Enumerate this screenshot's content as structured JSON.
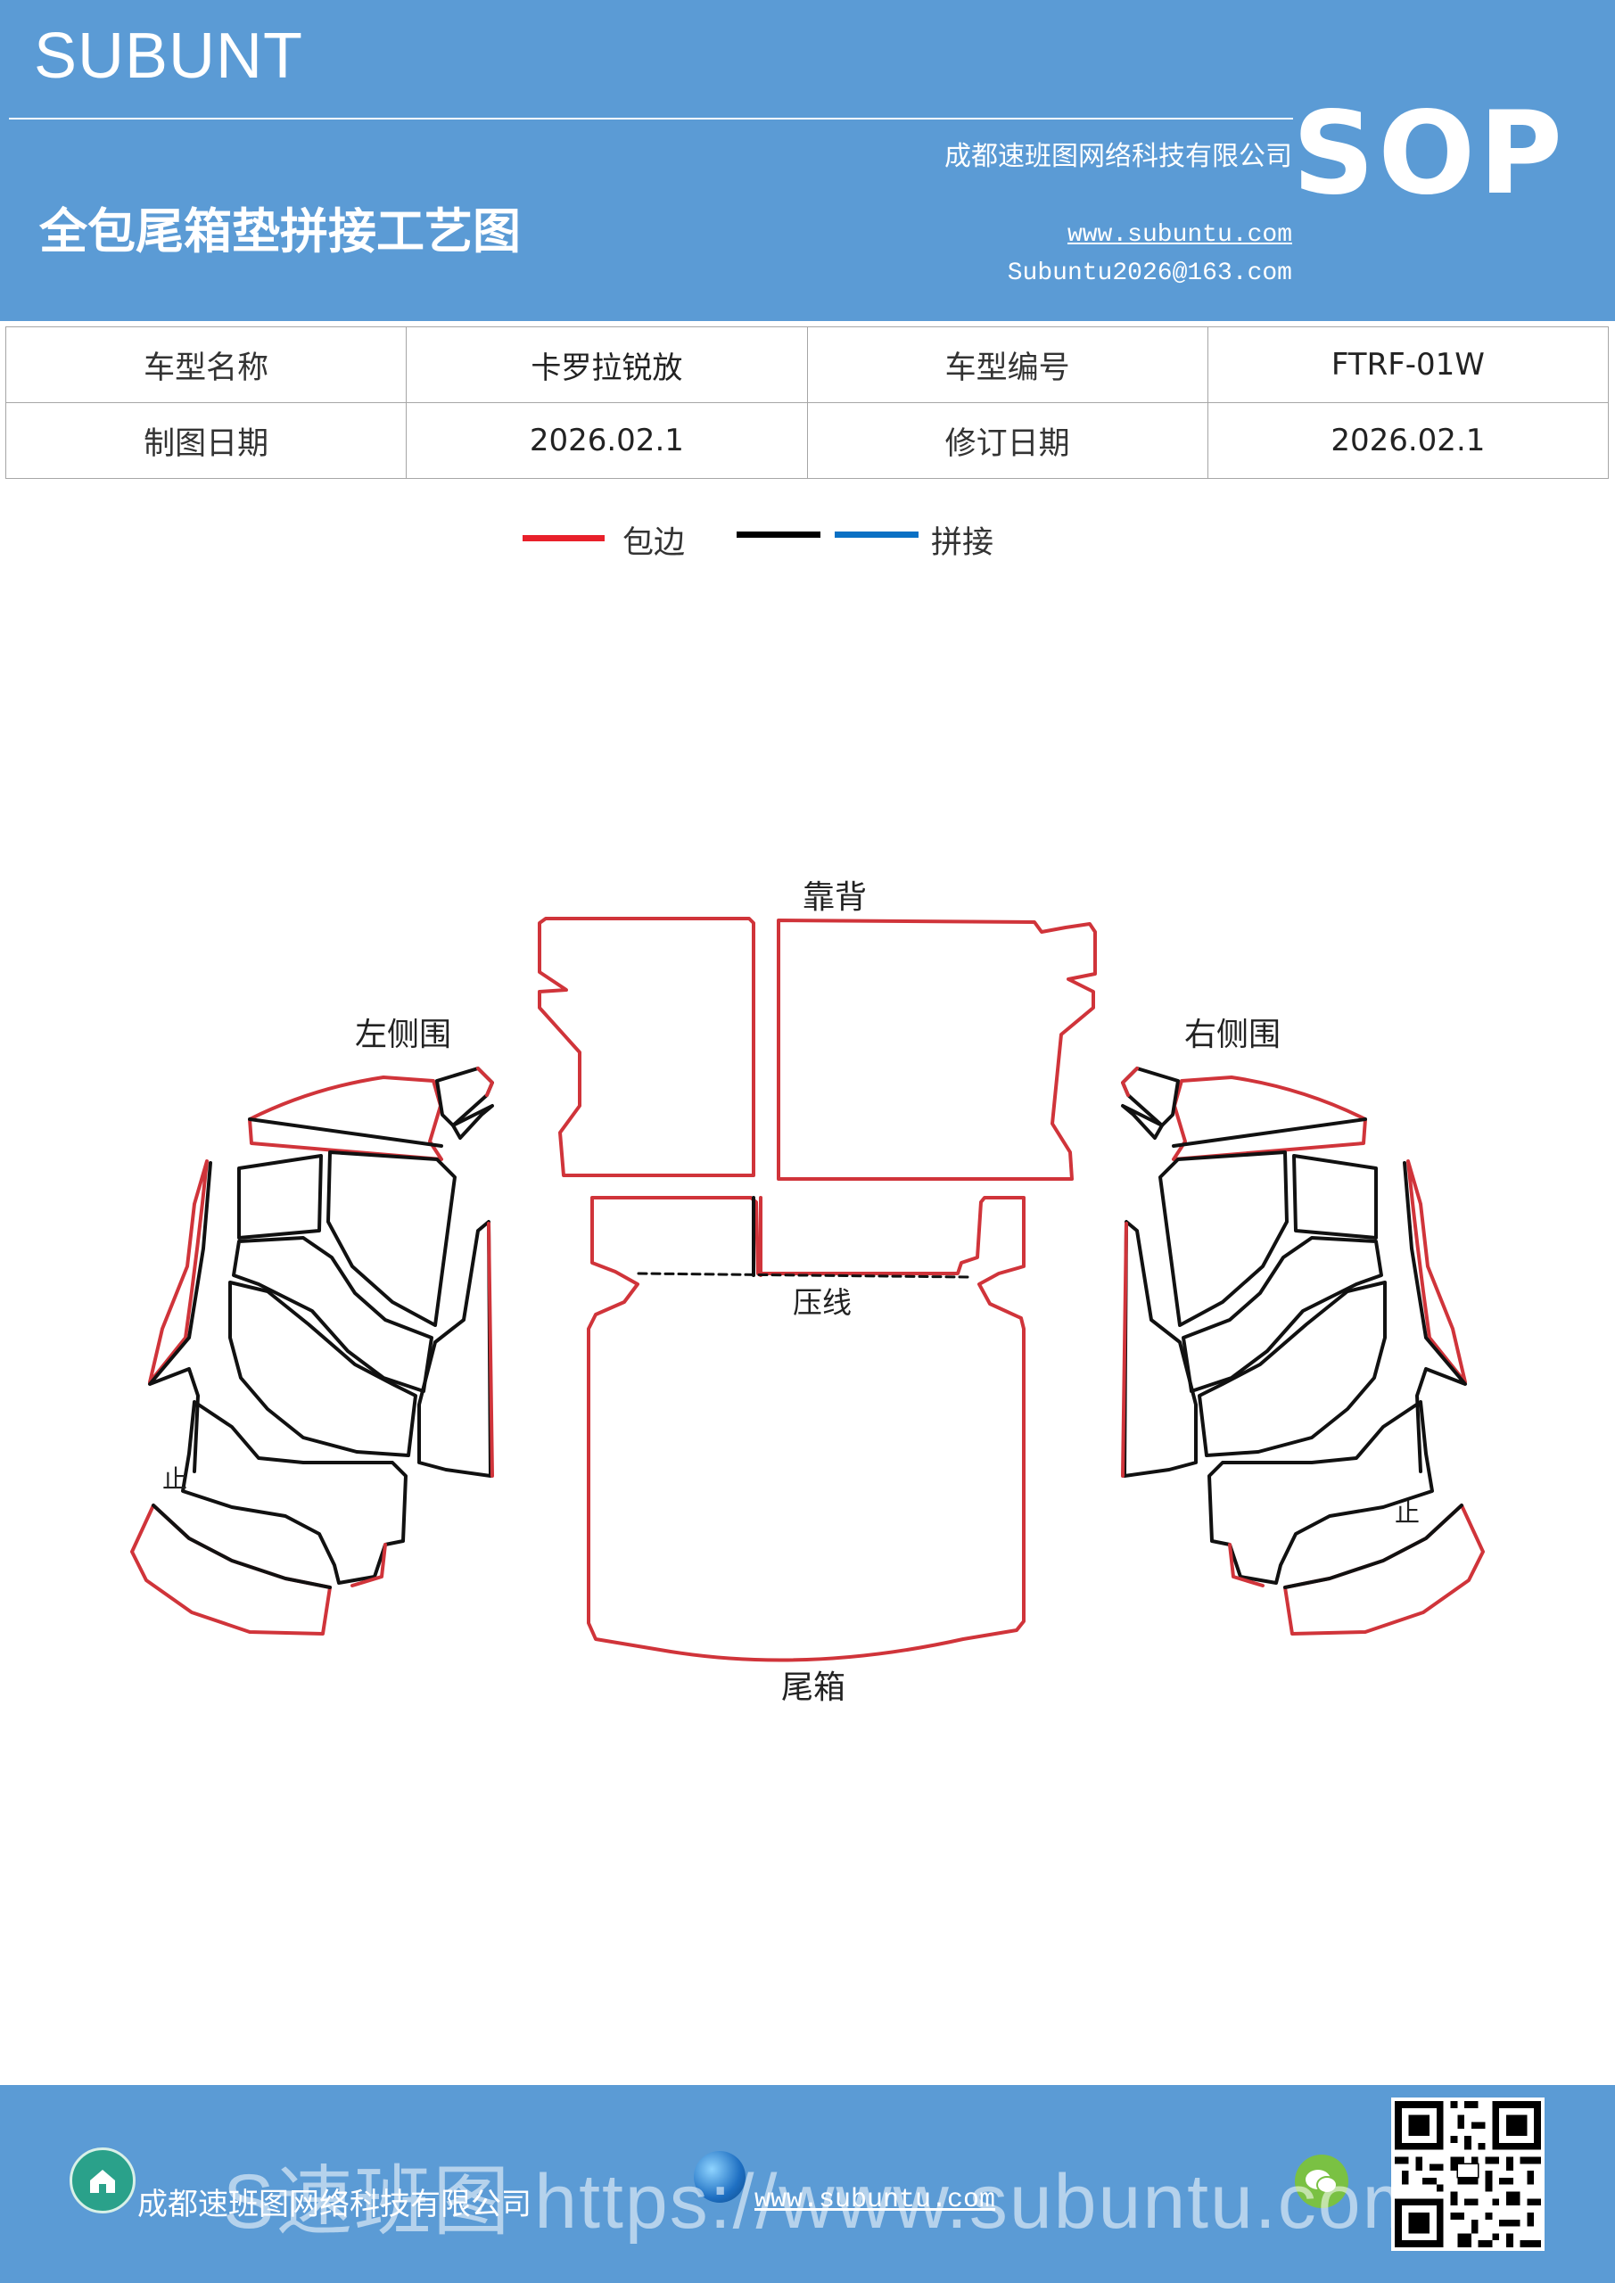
{
  "header": {
    "brand": "SUBUNT",
    "doc_title": "全包尾箱垫拼接工艺图",
    "company": "成都速班图网络科技有限公司",
    "website": "www.subuntu.com",
    "email": "Subuntu2026@163.com",
    "badge": "SOP",
    "background_color": "#5b9bd5"
  },
  "info_table": {
    "rows": [
      [
        "车型名称",
        "卡罗拉锐放",
        "车型编号",
        "FTRF-01W"
      ],
      [
        "制图日期",
        "2026.02.1",
        "修订日期",
        "2026.02.1"
      ]
    ]
  },
  "legend": {
    "items": [
      {
        "label": "包边",
        "color": "#e8202a"
      },
      {
        "label": "拼接",
        "colors": [
          "#000000",
          "#0a70c4"
        ]
      }
    ]
  },
  "diagram": {
    "labels": {
      "backrest": "靠背",
      "left_side": "左侧围",
      "right_side": "右侧围",
      "press_line": "压线",
      "trunk": "尾箱",
      "left_stop": "止",
      "right_stop": "止"
    },
    "colors": {
      "edge": "#d0343a",
      "seam": "#111111"
    }
  },
  "footer": {
    "company": "成都速班图网络科技有限公司",
    "website": "www.subuntu.com",
    "watermark": "S速班图 https://www.subuntu.com",
    "icons": [
      "home-icon",
      "globe-icon",
      "wechat-icon",
      "qr-code"
    ]
  }
}
